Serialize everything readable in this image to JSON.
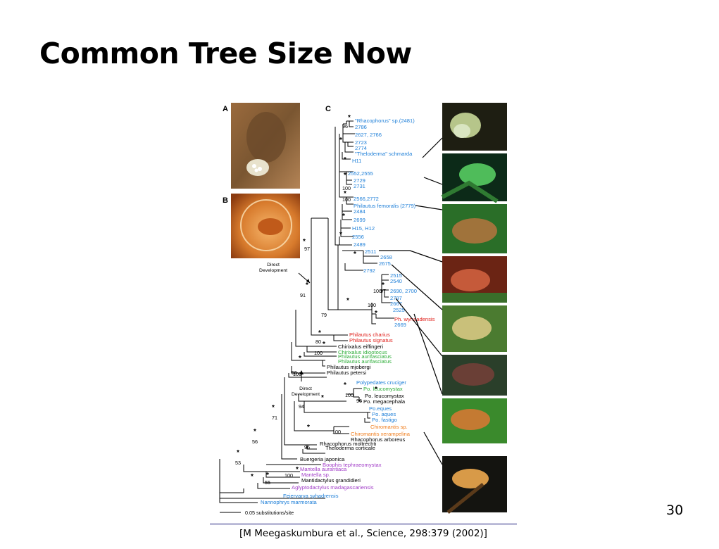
{
  "slide": {
    "title": "Common Tree Size Now",
    "page_number": "30",
    "citation": "[M Meegaskumbura et al., Science, 298:379 (2002)]"
  },
  "figure": {
    "panels": [
      "A",
      "B",
      "C"
    ],
    "scale_bar_label": "0.05 substitutions/site",
    "direct_development_label_1": "Direct\nDevelopment",
    "direct_development_label_2": "Direct\nDevelopment",
    "colors": {
      "blue": "#1e7fd8",
      "red": "#e0211c",
      "green": "#2fae3a",
      "orange": "#f07d1c",
      "purple": "#a23fc8",
      "black": "#000000"
    },
    "taxa": [
      {
        "label": "\"Rhacophorus\" sp.(2481)",
        "color": "blue"
      },
      {
        "label": "2786",
        "color": "blue"
      },
      {
        "label": "2627, 2766",
        "color": "blue"
      },
      {
        "label": "2723",
        "color": "blue"
      },
      {
        "label": "2774",
        "color": "blue"
      },
      {
        "label": "\"Theloderma\" schmarda",
        "color": "blue"
      },
      {
        "label": "H11",
        "color": "blue"
      },
      {
        "label": "2552,2555",
        "color": "blue"
      },
      {
        "label": "2729",
        "color": "blue"
      },
      {
        "label": "2731",
        "color": "blue"
      },
      {
        "label": "2566,2772",
        "color": "blue"
      },
      {
        "label": "Philautus femoralis (2779)",
        "color": "blue"
      },
      {
        "label": "2484",
        "color": "blue"
      },
      {
        "label": "2699",
        "color": "blue"
      },
      {
        "label": "H15, H12",
        "color": "blue"
      },
      {
        "label": "2556",
        "color": "blue"
      },
      {
        "label": "2489",
        "color": "blue"
      },
      {
        "label": "2511",
        "color": "blue"
      },
      {
        "label": "2658",
        "color": "blue"
      },
      {
        "label": "2675",
        "color": "blue"
      },
      {
        "label": "2792",
        "color": "blue"
      },
      {
        "label": "2515",
        "color": "blue"
      },
      {
        "label": "2540",
        "color": "blue"
      },
      {
        "label": "2690, 2700",
        "color": "blue"
      },
      {
        "label": "2797",
        "color": "blue"
      },
      {
        "label": "2667",
        "color": "blue"
      },
      {
        "label": "2525",
        "color": "blue"
      },
      {
        "label": "Ph. wynaadensis",
        "color": "red"
      },
      {
        "label": "2669",
        "color": "blue"
      },
      {
        "label": "Philautus charius",
        "color": "red"
      },
      {
        "label": "Philautus signatus",
        "color": "red"
      },
      {
        "label": "Chirixalus eiffingeri",
        "color": "black"
      },
      {
        "label": "Chirixalus idiootocus",
        "color": "green"
      },
      {
        "label": "Philautus aurifasciatus",
        "color": "green"
      },
      {
        "label": "Philautus aurifasciatus",
        "color": "green"
      },
      {
        "label": "Philautus mjobergi",
        "color": "black"
      },
      {
        "label": "Philautus petersi",
        "color": "black"
      },
      {
        "label": "Polypedates cruciger",
        "color": "blue"
      },
      {
        "label": "Po. leucomystax",
        "color": "green"
      },
      {
        "label": "Po. leucomystax",
        "color": "black"
      },
      {
        "label": "Po. megacephala",
        "color": "black"
      },
      {
        "label": "Po.eques",
        "color": "blue"
      },
      {
        "label": "Po. aques",
        "color": "blue"
      },
      {
        "label": "Po. fastigo",
        "color": "blue"
      },
      {
        "label": "Chiromantis sp.",
        "color": "orange"
      },
      {
        "label": "Chiromantis xerampelina",
        "color": "orange"
      },
      {
        "label": "Rhacophorus arboreus",
        "color": "black"
      },
      {
        "label": "Rhacophorus moltrechti",
        "color": "black"
      },
      {
        "label": "Theloderma corticale",
        "color": "black"
      },
      {
        "label": "Buergeria japonica",
        "color": "black"
      },
      {
        "label": "Boophis tephraeomystax",
        "color": "purple"
      },
      {
        "label": "Mantella aurantiaca",
        "color": "purple"
      },
      {
        "label": "Mantella sp.",
        "color": "purple"
      },
      {
        "label": "Mantidactylus grandidieri",
        "color": "black"
      },
      {
        "label": "Aglyptodactylus madagascariensis",
        "color": "purple"
      },
      {
        "label": "Fejervarya syhadrensis",
        "color": "blue"
      },
      {
        "label": "Nannophrys marmorata",
        "color": "blue"
      }
    ],
    "support_values": [
      "96",
      "100",
      "100",
      "97",
      "91",
      "79",
      "100",
      "97",
      "100",
      "80",
      "100",
      "100",
      "55",
      "100",
      "96",
      "94",
      "71",
      "100",
      "56",
      "96",
      "53",
      "100",
      "55"
    ]
  }
}
